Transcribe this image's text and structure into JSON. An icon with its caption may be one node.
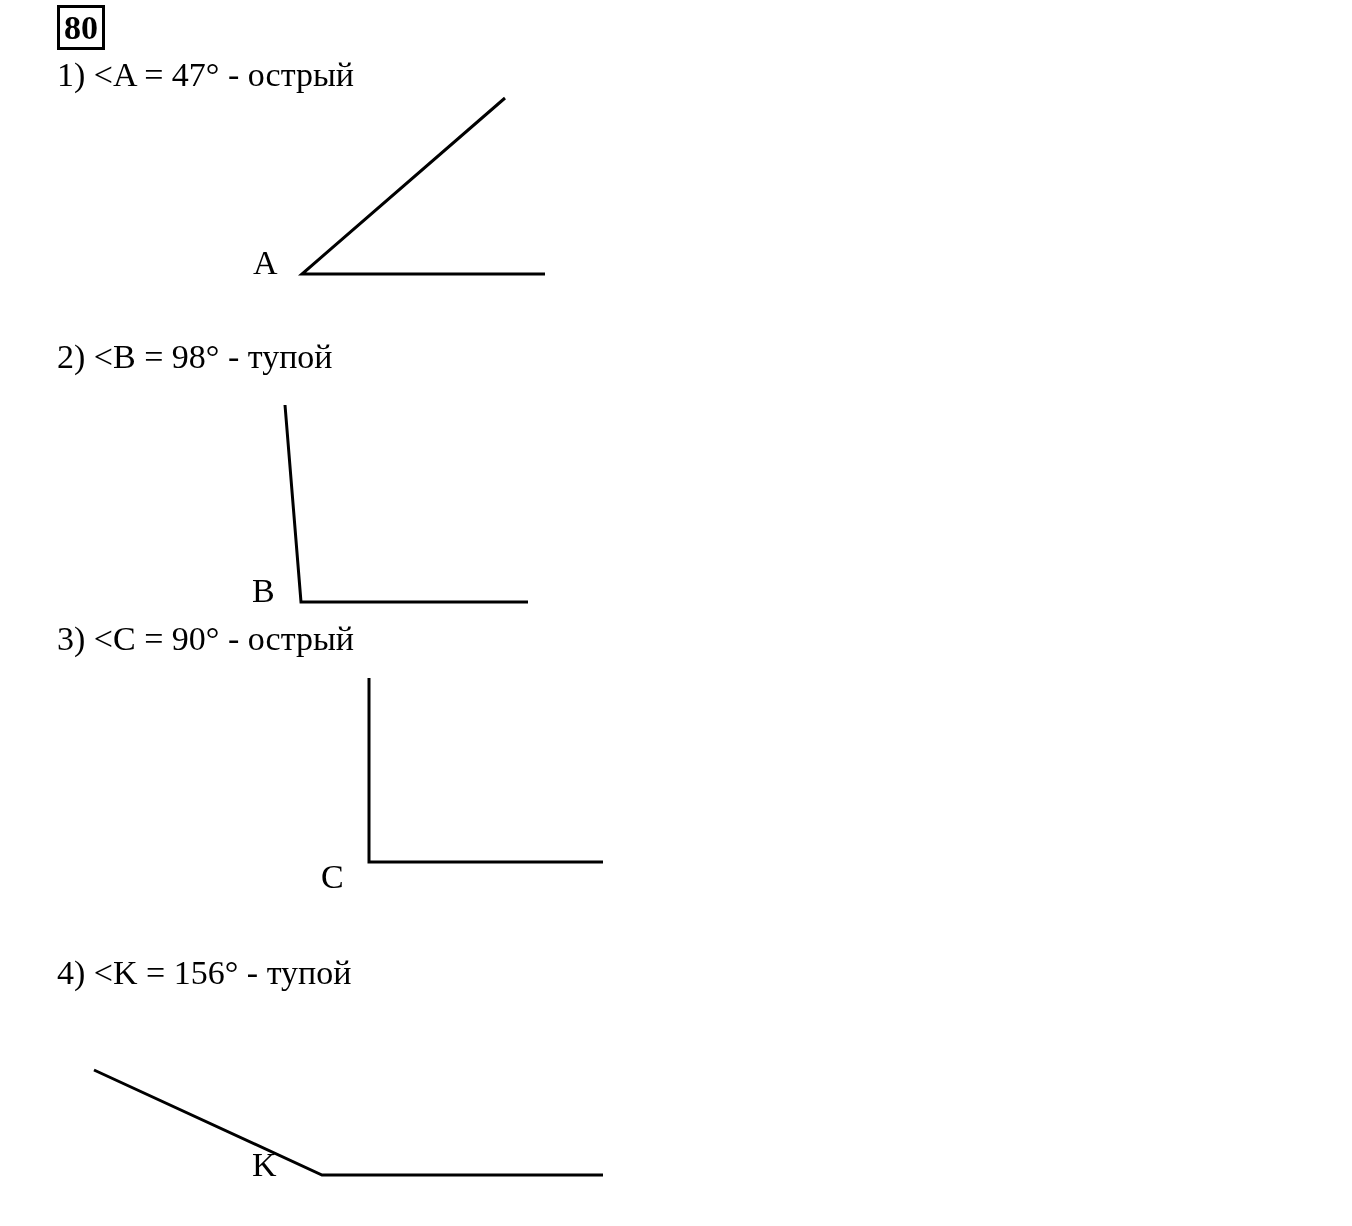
{
  "diagram": {
    "title": "80",
    "labels": [
      "1) <A = 47° - острый",
      "A",
      "2) <B = 98° - тупой",
      "B",
      "3) <C = 90° - острый",
      "C",
      "4) <K = 156° - тупой",
      "K"
    ]
  }
}
